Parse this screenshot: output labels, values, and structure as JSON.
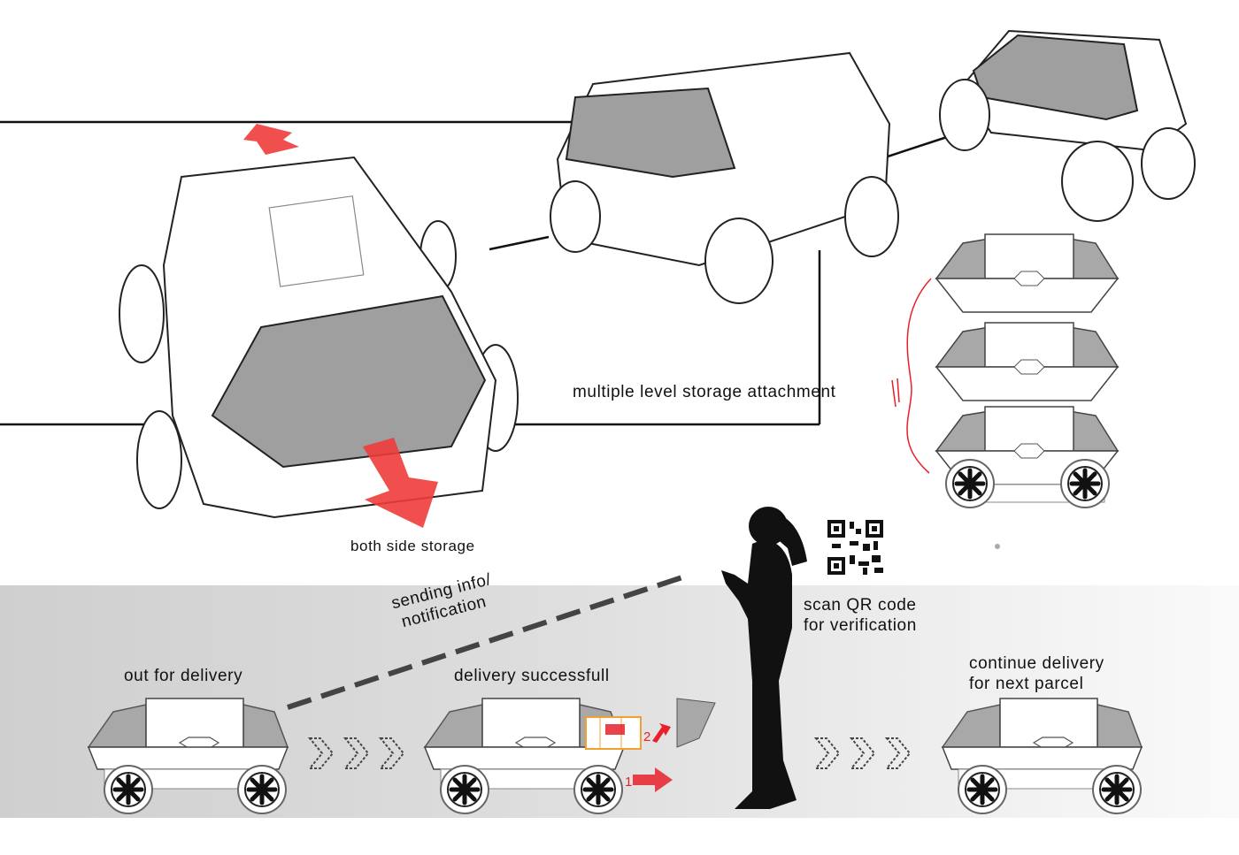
{
  "labels": {
    "both_side_storage": "both side storage",
    "multiple_level": "multiple level storage attachment",
    "sending_info_1": "sending info/",
    "sending_info_2": "notification",
    "out_for_delivery": "out for delivery",
    "delivery_successful": "delivery successfull",
    "scan_qr_1": "scan QR code",
    "scan_qr_2": "for verification",
    "continue_1": "continue delivery",
    "continue_2": "for next parcel",
    "step_1": "1",
    "step_2": "2"
  },
  "colors": {
    "accent_red": "#e8202a",
    "parcel_orange": "#f0a030",
    "shell_gray": "#a8a8a8"
  },
  "icons": [
    "qr-code-icon",
    "chevron-arrows-icon",
    "red-arrow-icon",
    "wheel-icon"
  ]
}
